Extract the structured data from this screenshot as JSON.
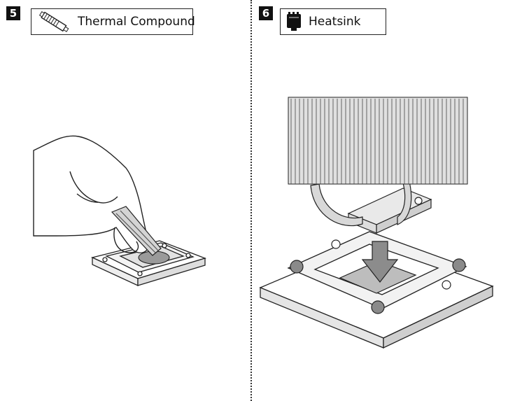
{
  "steps": [
    {
      "number": "5",
      "label": "Thermal Compound",
      "icon": "thermal-paste-syringe-icon"
    },
    {
      "number": "6",
      "label": "Heatsink",
      "icon": "heatsink-icon"
    }
  ],
  "colors": {
    "ink": "#111111",
    "fill_light": "#e6e6e6",
    "fill_mid": "#bdbdbd",
    "fill_dark": "#7a7a7a"
  }
}
